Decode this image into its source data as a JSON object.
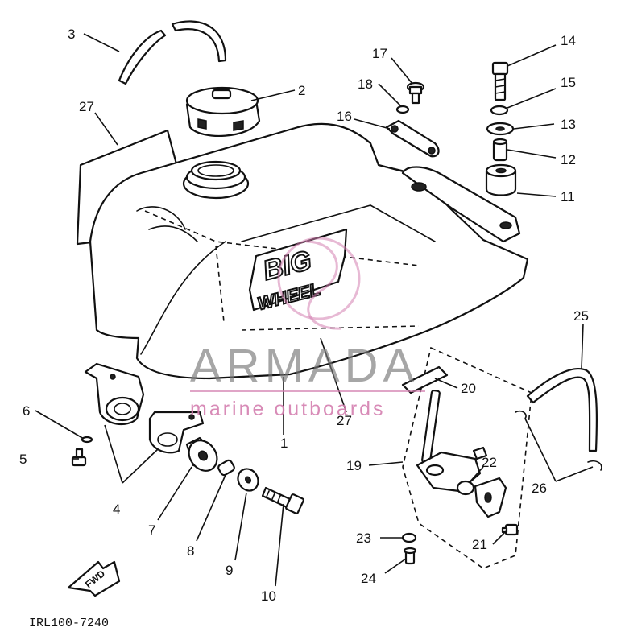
{
  "diagram": {
    "drawing_code": "IRL100-7240",
    "forward_marker": "FWD",
    "decal": {
      "line1": "BIG",
      "line2": "WHEEL"
    },
    "callouts": [
      {
        "id": "c1",
        "label": "1"
      },
      {
        "id": "c2",
        "label": "2"
      },
      {
        "id": "c3",
        "label": "3"
      },
      {
        "id": "c4",
        "label": "4"
      },
      {
        "id": "c5",
        "label": "5"
      },
      {
        "id": "c6",
        "label": "6"
      },
      {
        "id": "c7",
        "label": "7"
      },
      {
        "id": "c8",
        "label": "8"
      },
      {
        "id": "c9",
        "label": "9"
      },
      {
        "id": "c10",
        "label": "10"
      },
      {
        "id": "c11",
        "label": "11"
      },
      {
        "id": "c12",
        "label": "12"
      },
      {
        "id": "c13",
        "label": "13"
      },
      {
        "id": "c14",
        "label": "14"
      },
      {
        "id": "c15",
        "label": "15"
      },
      {
        "id": "c16",
        "label": "16"
      },
      {
        "id": "c17",
        "label": "17"
      },
      {
        "id": "c18",
        "label": "18"
      },
      {
        "id": "c19",
        "label": "19"
      },
      {
        "id": "c20",
        "label": "20"
      },
      {
        "id": "c21",
        "label": "21"
      },
      {
        "id": "c22",
        "label": "22"
      },
      {
        "id": "c23",
        "label": "23"
      },
      {
        "id": "c24",
        "label": "24"
      },
      {
        "id": "c25",
        "label": "25"
      },
      {
        "id": "c26",
        "label": "26"
      },
      {
        "id": "c27a",
        "label": "27"
      },
      {
        "id": "c27b",
        "label": "27"
      }
    ]
  },
  "watermark": {
    "brand": "ARMADA",
    "tagline": "marine outboards",
    "brand_color": "#6f6f6f",
    "accent_color": "#d47fb0"
  }
}
